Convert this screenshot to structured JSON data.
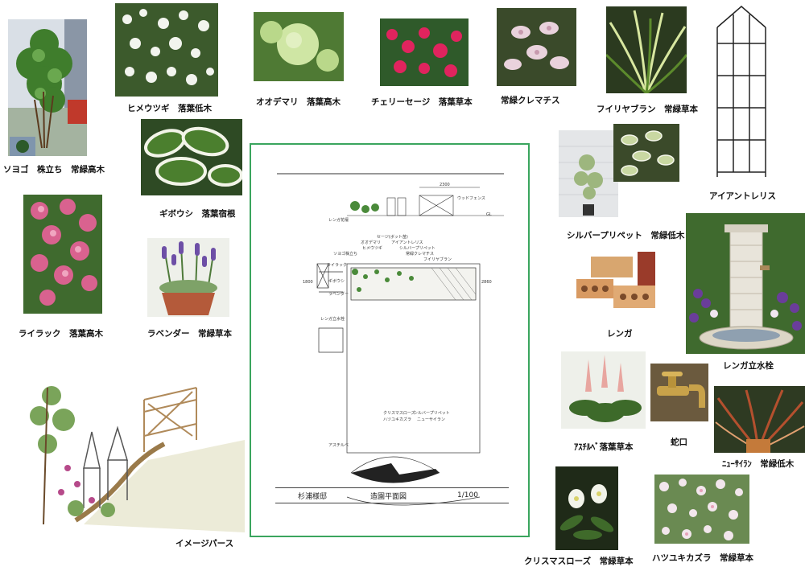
{
  "captions": {
    "soyogo": "ソヨゴ　株立ち　常緑高木",
    "himeutsugi": "ヒメウツギ　落葉低木",
    "oodemari": "オオデマリ　落葉高木",
    "cherry_sage": "チェリーセージ　落葉草本",
    "clematis": "常緑クレマチス",
    "fuiri_yaburan": "フイリヤブラン　常緑草本",
    "iron_trellis": "アイアントレリス",
    "giboushi": "ギボウシ　落葉宿根",
    "lilac": "ライラック　落葉高木",
    "lavender": "ラベンダー　常緑草本",
    "silver_privet": "シルバープリペット　常緑低木",
    "brick": "レンガ",
    "brick_faucet": "レンガ立水栓",
    "astilbe": "ｱｽﾁﾙﾍﾞ落葉草本",
    "faucet": "蛇口",
    "new_zealand_flax": "ﾆｭｰｻｲﾗﾝ　常緑低木",
    "image_perse": "イメージパース",
    "christmas_rose": "クリスマスローズ　常緑草本",
    "hatsuyukikazura": "ハツユキカズラ　常緑草本"
  },
  "plan": {
    "owner": "杉浦様邸",
    "drawing_title": "造園平面図",
    "scale": "1/100",
    "notes": {
      "wood_fence": "ウッドフェンス",
      "sage": "セージ(ボット苗)",
      "oodemari": "オオデマリ",
      "himeutsugi": "ヒメウツギ",
      "iron_trellis": "アイアントレリス",
      "silver_privet": "シルバープリペット",
      "clematis": "常緑クレマチス",
      "fuiri": "フイリヤブラン",
      "soyogo": "ソヨゴ株立ち",
      "lilac": "ライラック",
      "giboushi": "ギボウシ",
      "lavender": "ラベンダー",
      "brick_faucet": "レンガ立水栓",
      "christmas_rose": "クリスマスローズ",
      "hatsuyuki": "ハツユキカズラ",
      "new_zealand_flax": "ニューサイラン",
      "astilbe": "アスチルベ",
      "brick_bed": "レンガ花壇",
      "gl": "GL",
      "dim_2300": "2300",
      "dim_1800": "1800",
      "dim_2860": "2860"
    }
  }
}
